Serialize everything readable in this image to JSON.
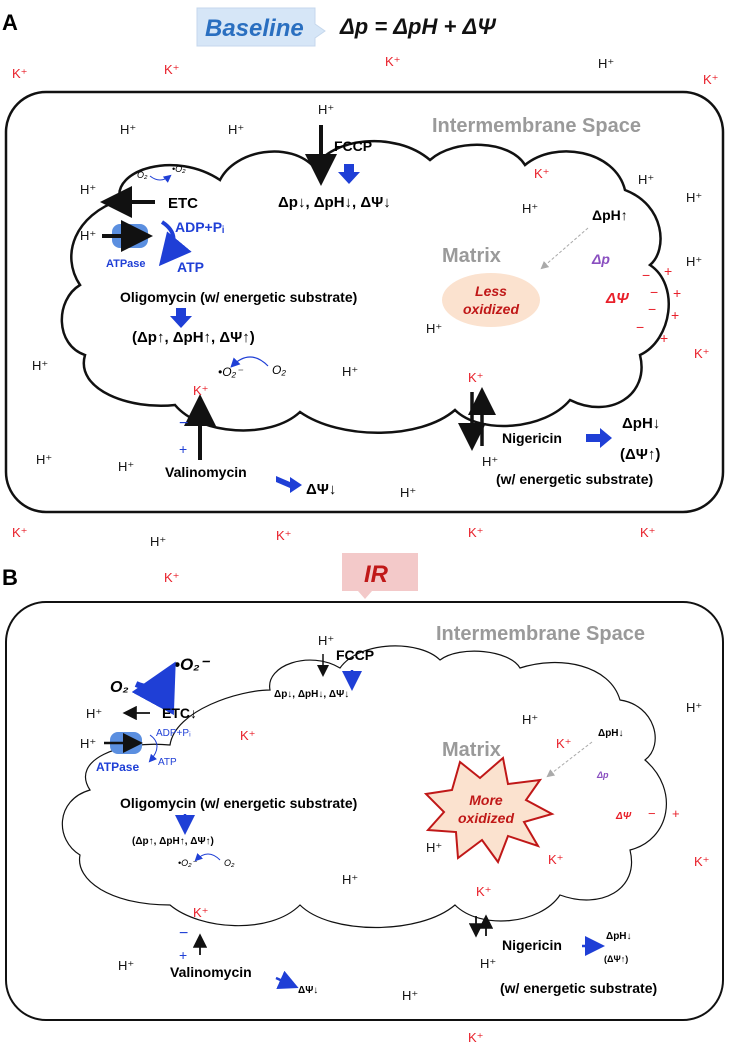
{
  "colors": {
    "k_ion": "#e8202a",
    "blue": "#1f3fd6",
    "atpase": "#5b8fe0",
    "gray_label": "#9a9a9a",
    "baseline_box": "#d6e6f7",
    "ir_box": "#f3c9c9",
    "less_oxidized": "#fbe2cf",
    "more_oxidized_fill": "#fbe2cf",
    "more_oxidized_stroke": "#c01818"
  },
  "ions": {
    "k": "K⁺",
    "h": "H⁺"
  },
  "panel_a": {
    "letter": "A",
    "banner": "Baseline",
    "equation": "Δp = ΔpH + ΔΨ",
    "intermembrane": "Intermembrane Space",
    "matrix": "Matrix",
    "state": "Less oxidized",
    "etc": "ETC",
    "o2": "O₂",
    "superoxide": "•O₂⁻",
    "adp": "ADP+Pᵢ",
    "atp": "ATP",
    "atpase": "ATPase",
    "fccp": "FCCP",
    "fccp_effect": "Δp↓, ΔpH↓, ΔΨ↓",
    "oligomycin": "Oligomycin (w/ energetic substrate)",
    "oligomycin_effect": "(Δp↑, ΔpH↑, ΔΨ↑)",
    "valinomycin": "Valinomycin",
    "valinomycin_effect": "ΔΨ↓",
    "nigericin": "Nigericin",
    "nigericin_effect1": "ΔpH↓",
    "nigericin_effect2": "(ΔΨ↑)",
    "nigericin_note": "(w/ energetic substrate)",
    "dph": "ΔpH↑",
    "dp": "Δp",
    "dpsi": "ΔΨ",
    "minus": "−",
    "plus": "+"
  },
  "panel_b": {
    "letter": "B",
    "banner": "IR",
    "intermembrane": "Intermembrane Space",
    "matrix": "Matrix",
    "state": "More oxidized",
    "etc": "ETC↓",
    "o2": "O₂",
    "superoxide": "•O₂⁻",
    "adp": "ADP+Pᵢ",
    "atp": "ATP",
    "atpase": "ATPase",
    "fccp": "FCCP",
    "fccp_effect": "Δp↓, ΔpH↓, ΔΨ↓",
    "oligomycin": "Oligomycin (w/ energetic substrate)",
    "oligomycin_effect": "(Δp↑, ΔpH↑, ΔΨ↑)",
    "valinomycin": "Valinomycin",
    "valinomycin_effect": "ΔΨ↓",
    "nigericin": "Nigericin",
    "nigericin_effect1": "ΔpH↓",
    "nigericin_effect2": "(ΔΨ↑)",
    "nigericin_note": "(w/ energetic substrate)",
    "dph": "ΔpH↓",
    "dp": "Δp",
    "dpsi": "ΔΨ",
    "minus": "−",
    "plus": "+"
  }
}
